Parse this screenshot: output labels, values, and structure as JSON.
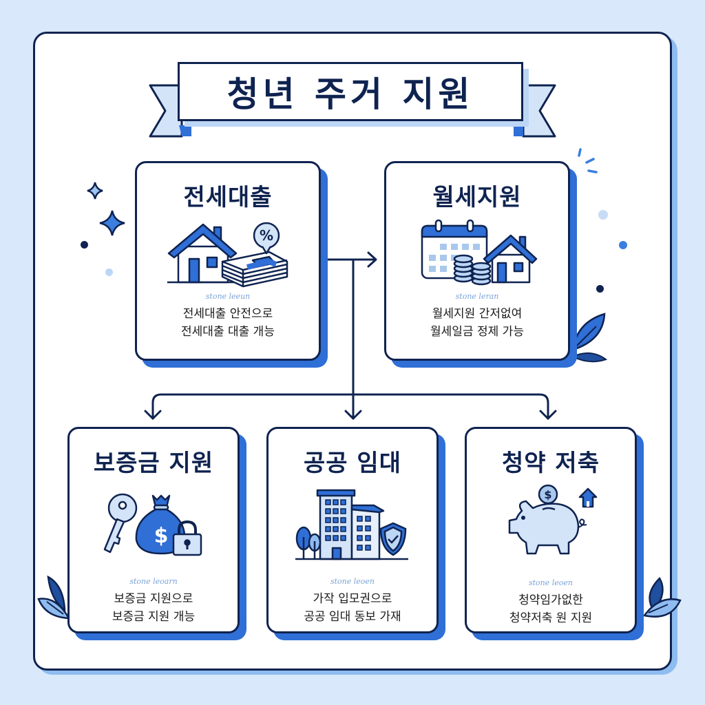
{
  "header": {
    "title": "청년 주거 지원"
  },
  "cards": [
    {
      "id": "jeonse-loan",
      "title": "전세대출",
      "icon": "house-money-percent-icon",
      "watermark": "stone leeun",
      "desc_line1": "전세대출 안전으로",
      "desc_line2": "전세대출 대출 개능"
    },
    {
      "id": "monthly-rent",
      "title": "월세지원",
      "icon": "calendar-coins-house-icon",
      "watermark": "stone leran",
      "desc_line1": "월세지원 간저없여",
      "desc_line2": "월세일금 정제 가능"
    },
    {
      "id": "deposit-support",
      "title": "보증금 지원",
      "icon": "key-moneybag-lock-icon",
      "watermark": "stone leoarn",
      "desc_line1": "보증금 지원으로",
      "desc_line2": "보증금 지원 개능"
    },
    {
      "id": "public-rental",
      "title": "공공 임대",
      "icon": "buildings-shield-icon",
      "watermark": "stone leoen",
      "desc_line1": "가작 입모권으로",
      "desc_line2": "공공 임대 동보 가재"
    },
    {
      "id": "subscription-savings",
      "title": "청약 저축",
      "icon": "piggy-bank-house-icon",
      "watermark": "stone leoen",
      "desc_line1": "청약임가없한",
      "desc_line2": "청약저축 원 지원"
    }
  ],
  "colors": {
    "background": "#d9e9fb",
    "navy": "#0f2350",
    "accent": "#2f6fd6",
    "light": "#bcd6f5"
  }
}
